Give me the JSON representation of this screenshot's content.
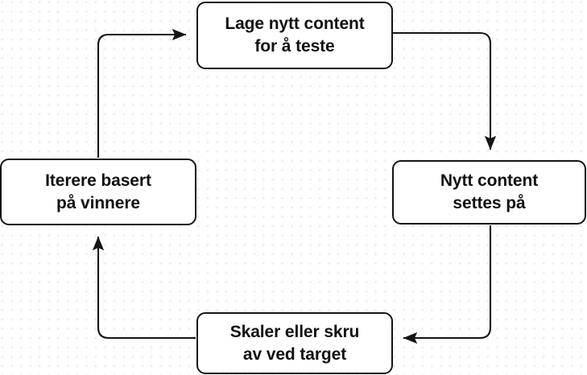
{
  "diagram": {
    "type": "cycle-flowchart",
    "background": "#ffffff",
    "dot_grid_color": "#e4e4e8",
    "node_border_color": "#151515",
    "node_fill_color": "#ffffff",
    "edge_color": "#151515",
    "text_color": "#111111",
    "nodes": [
      {
        "id": "create",
        "label": "Lage nytt content\nfor å teste",
        "line1": "Lage nytt content",
        "line2": "for å teste"
      },
      {
        "id": "live",
        "label": "Nytt content\nsettes på",
        "line1": "Nytt content",
        "line2": "settes på"
      },
      {
        "id": "scale",
        "label": "Skaler eller skru\nav ved target",
        "line1": "Skaler eller skru",
        "line2": "av ved target"
      },
      {
        "id": "iterate",
        "label": "Iterere basert\npå vinnere",
        "line1": "Iterere basert",
        "line2": "på vinnere"
      }
    ],
    "edges": [
      {
        "id": "create-to-live",
        "from": "create",
        "to": "live",
        "from_side": "right",
        "to_side": "top",
        "label": ""
      },
      {
        "id": "live-to-scale",
        "from": "live",
        "to": "scale",
        "from_side": "bottom",
        "to_side": "right",
        "label": ""
      },
      {
        "id": "scale-to-iterate",
        "from": "scale",
        "to": "iterate",
        "from_side": "left",
        "to_side": "bottom",
        "label": ""
      },
      {
        "id": "iterate-to-create",
        "from": "iterate",
        "to": "create",
        "from_side": "top",
        "to_side": "left",
        "label": ""
      }
    ]
  }
}
